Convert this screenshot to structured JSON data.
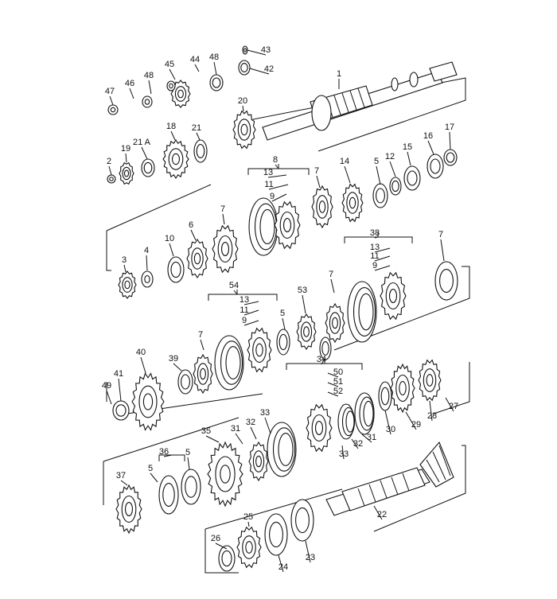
{
  "diagram": {
    "labels": [
      "1",
      "2",
      "3",
      "4",
      "5",
      "6",
      "7",
      "8",
      "9",
      "10",
      "11",
      "12",
      "13",
      "14",
      "15",
      "16",
      "17",
      "18",
      "19",
      "20",
      "21",
      "21 A",
      "22",
      "23",
      "24",
      "25",
      "26",
      "27",
      "28",
      "29",
      "30",
      "31",
      "32",
      "33",
      "34",
      "35",
      "36",
      "37",
      "38",
      "39",
      "40",
      "41",
      "42",
      "43",
      "44",
      "45",
      "46",
      "47",
      "48",
      "49",
      "50",
      "51",
      "52",
      "53",
      "54"
    ]
  }
}
